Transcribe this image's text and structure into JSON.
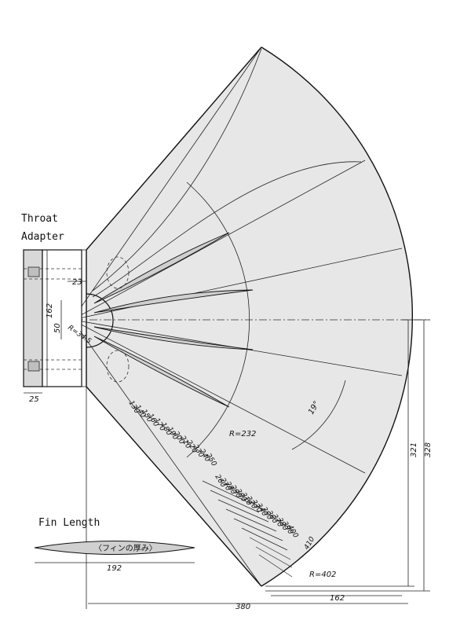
{
  "labels": {
    "throat": "Throat",
    "adapter": "Adapter",
    "fin_length": "Fin Length",
    "fin_thickness": "〈フィンの厚み〉"
  },
  "dimensions": {
    "d23": "23",
    "d162": "162",
    "d50": "50",
    "r345": "R=34.5",
    "d25": "25",
    "r232": "R=232",
    "angle": "19°",
    "d321": "321",
    "d328": "328",
    "r402": "R=402",
    "d410": "410",
    "d162b": "162",
    "d380": "380",
    "d192": "192"
  },
  "scale_numbers": {
    "group1": [
      "130",
      "140",
      "150",
      "160",
      "170",
      "180",
      "190",
      "200",
      "210",
      "220",
      "230",
      "240",
      "250"
    ],
    "group2": [
      "260",
      "270",
      "280",
      "290",
      "300",
      "310",
      "320",
      "330",
      "340",
      "350",
      "360",
      "370",
      "380",
      "390",
      "400"
    ]
  }
}
